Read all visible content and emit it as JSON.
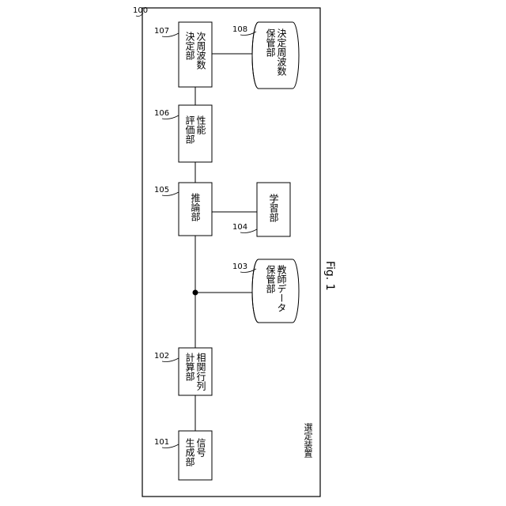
{
  "figure_label": "Fig. 1",
  "device": {
    "ref": "100",
    "name": "選定装置"
  },
  "blocks": [
    {
      "id": "101",
      "label": "信号生成部"
    },
    {
      "id": "102",
      "label": "相関行列計算部"
    },
    {
      "id": "103",
      "label": "教師データ保管部"
    },
    {
      "id": "104",
      "label": "学習部"
    },
    {
      "id": "105",
      "label": "推論部"
    },
    {
      "id": "106",
      "label": "性能評価部"
    },
    {
      "id": "107",
      "label": "次周波数決定部"
    },
    {
      "id": "108",
      "label": "決定周波数保管部"
    }
  ],
  "block_lines": {
    "101": [
      "信号",
      "生成部"
    ],
    "102": [
      "相関行列",
      "計算部"
    ],
    "103": [
      "教師データ",
      "保管部"
    ],
    "104": [
      "学習部"
    ],
    "105": [
      "推論部"
    ],
    "106": [
      "性能",
      "評価部"
    ],
    "107": [
      "次周波数",
      "決定部"
    ],
    "108": [
      "決定周波数",
      "保管部"
    ]
  }
}
